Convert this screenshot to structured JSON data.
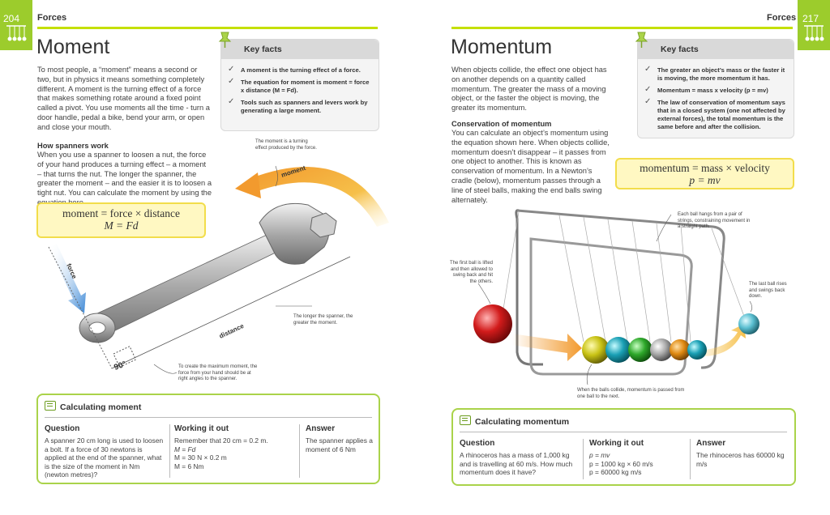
{
  "left_page": {
    "page_number": "204",
    "section": "Forces",
    "title": "Moment",
    "intro": "To most people, a “moment” means a second or two, but in physics it means something completely different. A moment is the turning effect of a force that makes something rotate around a fixed point called a pivot. You use moments all the time - turn a door handle, pedal a bike, bend your arm, or open and close your mouth.",
    "subheading": "How spanners work",
    "body": "When you use a spanner to loosen a nut, the force of your hand produces a turning effect – a moment – that turns the nut. The longer the spanner, the greater the moment – and the easier it is to loosen a tight nut. You can calculate the moment by using the equation here.",
    "key_facts": {
      "heading": "Key facts",
      "items": [
        "A moment is the turning effect of a force.",
        "The equation for moment is moment = force x distance (M = Fd).",
        "Tools such as spanners and levers work by generating a large moment."
      ]
    },
    "equation": {
      "line1": "moment = force × distance",
      "line2": "M = Fd"
    },
    "figure": {
      "moment_label": "moment",
      "force_label": "force",
      "distance_label": "distance",
      "angle_label": "90°",
      "annotation_moment": "The moment is a turning effect produced by the force.",
      "annotation_longer": "The longer the spanner, the greater the moment.",
      "annotation_right_angle": "To create the maximum moment, the force from your hand should be at right angles to the spanner."
    },
    "calc": {
      "heading": "Calculating moment",
      "question_head": "Question",
      "question": "A spanner 20 cm long is used to loosen a bolt. If a force of 30 newtons is applied at the end of the spanner, what is the size of the moment in Nm (newton metres)?",
      "working_head": "Working it out",
      "working": [
        "Remember that 20 cm = 0.2 m.",
        "M = Fd",
        "M = 30 N × 0.2 m",
        "M = 6 Nm"
      ],
      "answer_head": "Answer",
      "answer": "The spanner applies a moment of 6 Nm"
    }
  },
  "right_page": {
    "page_number": "217",
    "section": "Forces",
    "title": "Momentum",
    "intro": "When objects collide, the effect one object has on another depends on a quantity called momentum. The greater the mass of a moving object, or the faster the object is moving, the greater its momentum.",
    "subheading": "Conservation of momentum",
    "body": "You can calculate an object’s momentum using the equation shown here. When objects collide, momentum doesn’t disappear – it passes from one object to another. This is known as conservation of momentum. In a Newton’s cradle (below), momentum passes through a line of steel balls, making the end balls swing alternately.",
    "key_facts": {
      "heading": "Key facts",
      "items": [
        "The greater an object’s mass or the faster it is moving, the more momentum it has.",
        "Momentum = mass x velocity (p = mv)",
        "The law of conservation of momentum says that in a closed system (one not affected by external forces), the total momentum is the same before and after the collision."
      ]
    },
    "equation": {
      "line1": "momentum = mass × velocity",
      "line2": "p = mv"
    },
    "figure": {
      "annotation_strings": "Each ball hangs from a pair of strings, constraining movement in a straight path.",
      "annotation_first": "The first ball is lifted and then allowed to swing back and hit the others.",
      "annotation_last": "The last ball rises and swings back down.",
      "annotation_collide": "When the balls collide, momentum is passed from one ball to the next."
    },
    "calc": {
      "heading": "Calculating momentum",
      "question_head": "Question",
      "question": "A rhinoceros has a mass of 1,000 kg and is travelling at 60 m/s. How much momentum does it have?",
      "working_head": "Working it out",
      "working": [
        "p = mv",
        "p = 1000 kg × 60 m/s",
        "p = 60000 kg m/s"
      ],
      "answer_head": "Answer",
      "answer": "The rhinoceros has 60000 kg m/s"
    }
  },
  "colors": {
    "tab_green": "#9ccc2c",
    "rule_yellow": "#c5e000",
    "calc_border": "#aad34a",
    "eq_fill": "#fff8c2",
    "arrow_orange": "#f29a2e",
    "arrow_blue": "#3a87d6"
  }
}
